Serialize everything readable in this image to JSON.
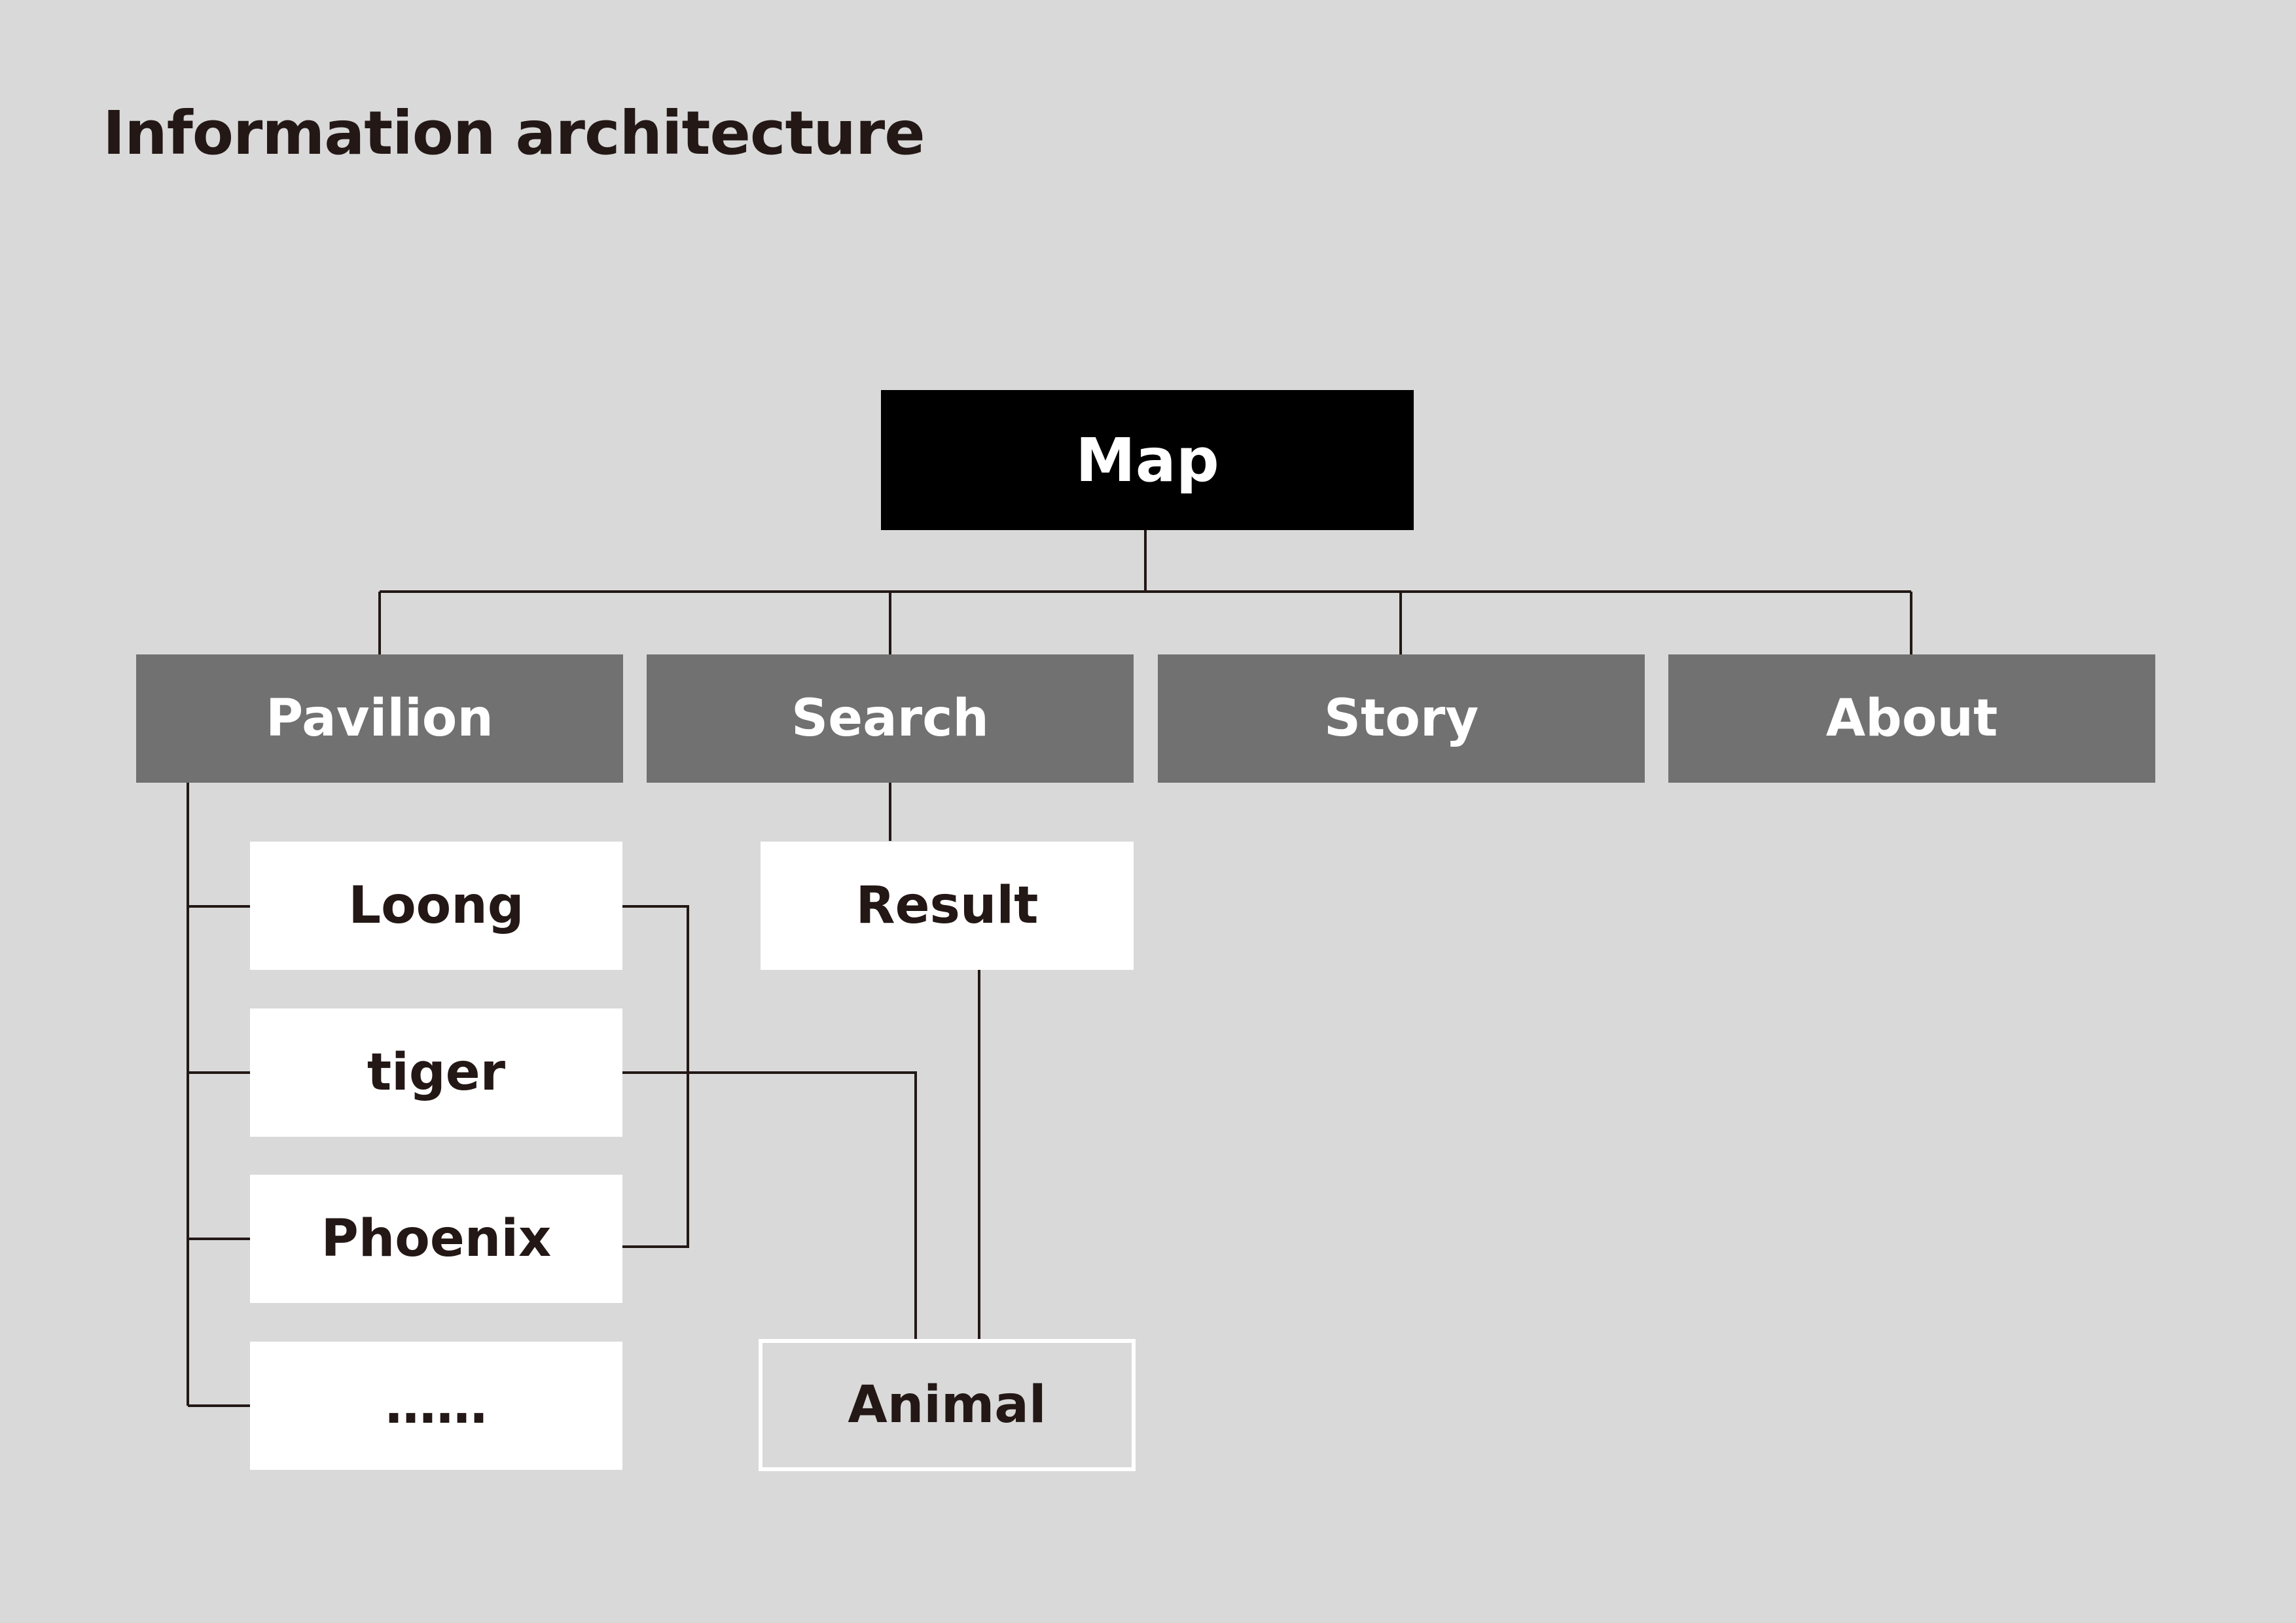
{
  "title": "Information architecture",
  "colors": {
    "background": "#d9d9d9",
    "root": "#000000",
    "primary": "#727171",
    "secondary": "#ffffff",
    "text_dark": "#231815",
    "text_light": "#ffffff",
    "connector": "#231815"
  },
  "root": {
    "label": "Map"
  },
  "primary": [
    {
      "label": "Pavilion"
    },
    {
      "label": "Search"
    },
    {
      "label": "Story"
    },
    {
      "label": "About"
    }
  ],
  "pavilion_children": [
    {
      "label": "Loong"
    },
    {
      "label": "tiger"
    },
    {
      "label": "Phoenix"
    },
    {
      "label": "……"
    }
  ],
  "search_children": [
    {
      "label": "Result"
    }
  ],
  "shared_child": {
    "label": "Animal"
  }
}
